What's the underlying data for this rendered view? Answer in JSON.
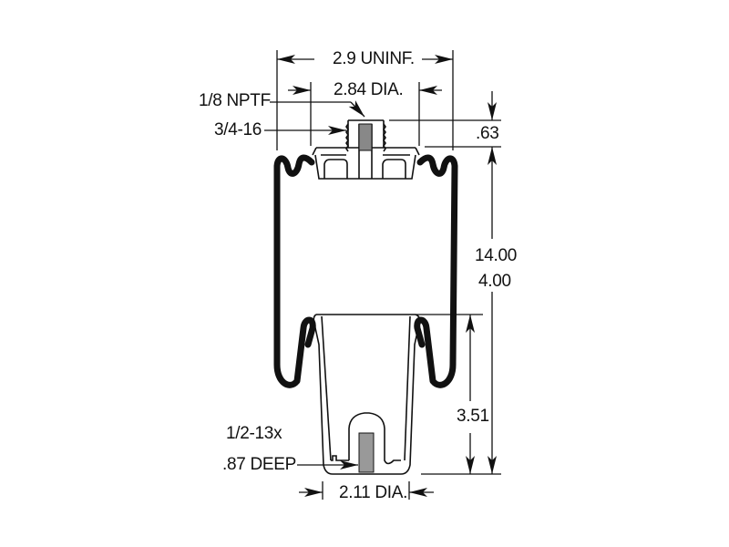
{
  "diagram": {
    "type": "air-spring-technical-drawing",
    "colors": {
      "line": "#111111",
      "background": "#ffffff"
    },
    "dimensions": {
      "uninflated_width": "2.9 UNINF.",
      "top_plate_diameter": "2.84 DIA.",
      "air_fitting": "1/8 NPTF",
      "stud_thread": "3/4-16",
      "stud_height": ".63",
      "max_height": "14.00",
      "min_height": "4.00",
      "piston_height": "3.51",
      "bottom_thread": "1/2-13x",
      "bottom_thread_depth": ".87 DEEP",
      "piston_diameter": "2.11 DIA."
    }
  }
}
